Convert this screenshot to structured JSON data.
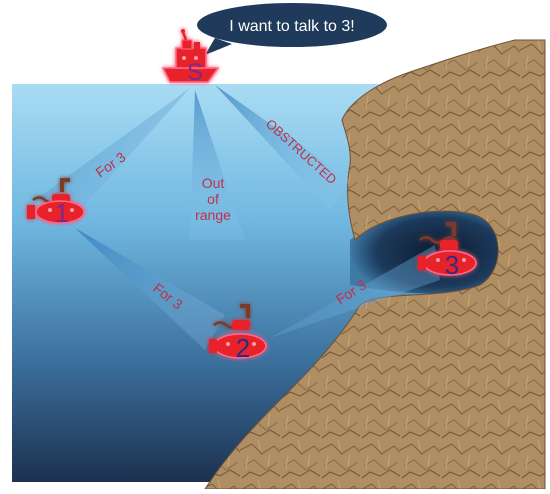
{
  "speech_bubble": {
    "text": "I want to talk to 3!"
  },
  "nodes": {
    "source": {
      "label": "S"
    },
    "sub1": {
      "label": "1"
    },
    "sub2": {
      "label": "2"
    },
    "sub3": {
      "label": "3"
    }
  },
  "links": {
    "s_to_1": {
      "label": "For 3"
    },
    "s_out_of_range": {
      "line1": "Out",
      "line2": "of",
      "line3": "range"
    },
    "s_obstructed": {
      "label": "OBSTRUCTED"
    },
    "one_to_2": {
      "label": "For 3"
    },
    "two_to_3": {
      "label": "For 3"
    }
  },
  "colors": {
    "water_top": "#a9dcf3",
    "water_bottom": "#1e3a5c",
    "rock": "#b08e63",
    "rock_dark": "#7a5a3a",
    "vessel": "#e8232a",
    "vessel_glow": "#ff6a8a",
    "label_text": "#c0304a",
    "bubble_fill": "#1f3a5a",
    "bubble_text": "#ffffff"
  }
}
